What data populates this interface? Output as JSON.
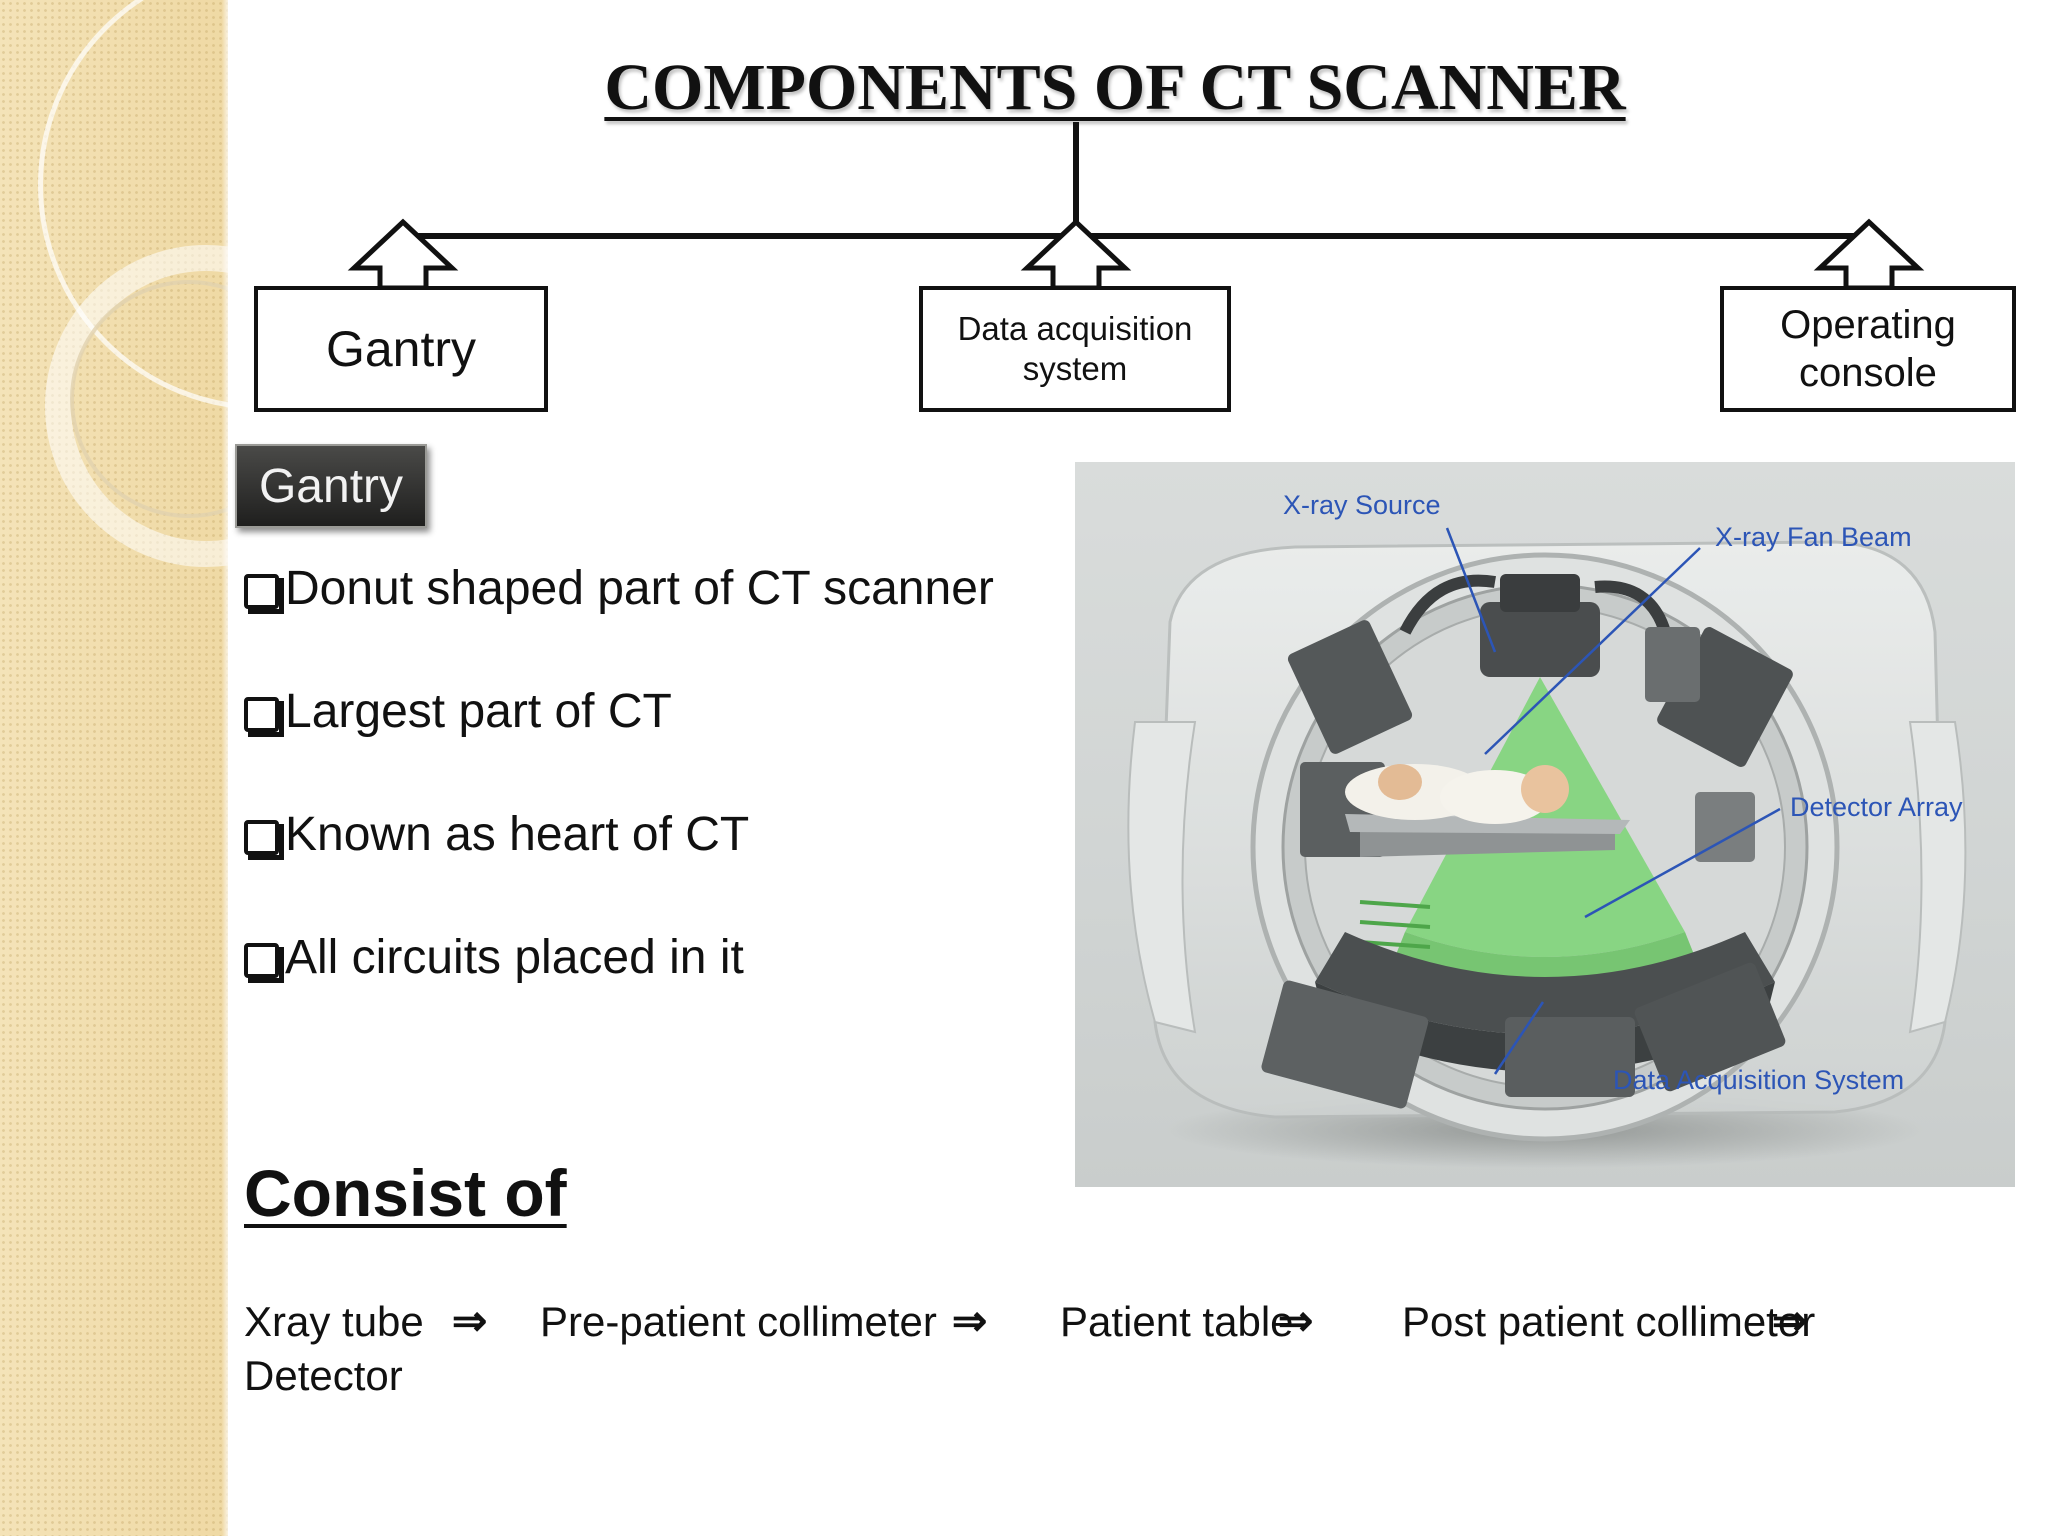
{
  "title": "COMPONENTS OF CT SCANNER",
  "components": {
    "gantry": "Gantry",
    "das": [
      "Data acquisition",
      "system"
    ],
    "console": [
      "Operating",
      "console"
    ]
  },
  "section_tag": "Gantry",
  "bullets": [
    "Donut shaped part of CT scanner",
    "Largest part of CT",
    "Known as heart of CT",
    "All circuits placed in it"
  ],
  "figure_labels": {
    "xray_source": "X-ray Source",
    "fan_beam": "X-ray Fan Beam",
    "detector_array": "Detector Array",
    "das": "Data Acquisition System"
  },
  "consist_heading": "Consist of",
  "sequence": {
    "items": [
      "Xray tube",
      "Pre-patient collimeter",
      "Patient table",
      "Post patient collimeter",
      "Detector"
    ],
    "arrow": "⇒"
  },
  "colors": {
    "text": "#111111",
    "label_blue": "#2c55b6",
    "side_panel": "#f2dfb0",
    "beam_green": "#7fd47a"
  }
}
